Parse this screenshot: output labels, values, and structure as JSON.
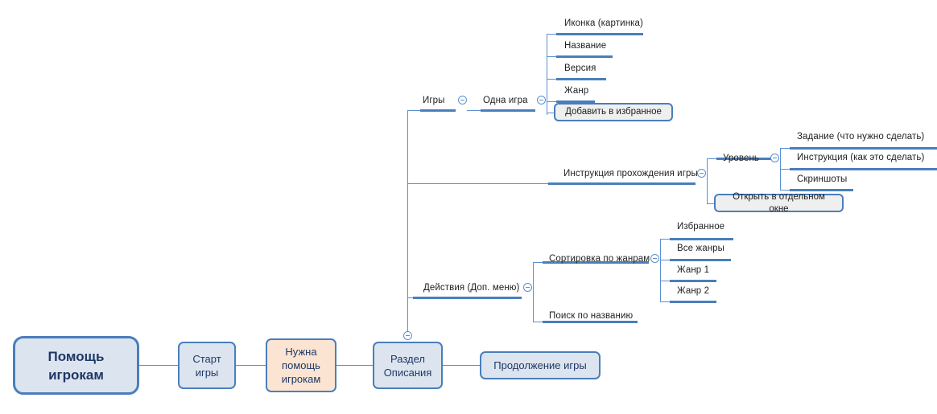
{
  "diagram": {
    "title": "Помощь игрокам",
    "type": "mind-map",
    "background": "#ffffff",
    "colors": {
      "line": "#5b8fd0",
      "bar": "#4a7ebb",
      "box_border": "#4a7ebb",
      "box_fill": "#dce4f0",
      "accent_fill": "#fce4d2",
      "callout_fill": "#efefef",
      "box_text": "#1f3864",
      "topic_text": "#1f1f1f"
    }
  },
  "nodes": {
    "root": "Помощь игрокам",
    "start": "Старт игры",
    "need_help": "Нужна помощь игрокам",
    "section": "Раздел Описания",
    "continue": "Продолжение игры"
  },
  "branches": {
    "games": "Игры",
    "one_game": "Одна игра",
    "guide": "Инструкция прохождения игры",
    "actions": "Действия (Доп. меню)",
    "level": "Уровень",
    "sort_by_genre": "Сортировка по жанрам",
    "search_by_name": "Поиск по названию"
  },
  "game_details": [
    "Иконка (картинка)",
    "Название",
    "Версия",
    "Жанр"
  ],
  "level_details": [
    "Задание (что нужно сделать)",
    "Инструкция (как это сделать)",
    "Скриншоты"
  ],
  "genre_details": [
    "Избранное",
    "Все жанры",
    "Жанр 1",
    "Жанр 2"
  ],
  "callouts": {
    "favorite": "Добавить в избранное",
    "new_window": "Открыть в отдельном окне"
  },
  "icons": {
    "collapse": "minus-circle-icon"
  }
}
